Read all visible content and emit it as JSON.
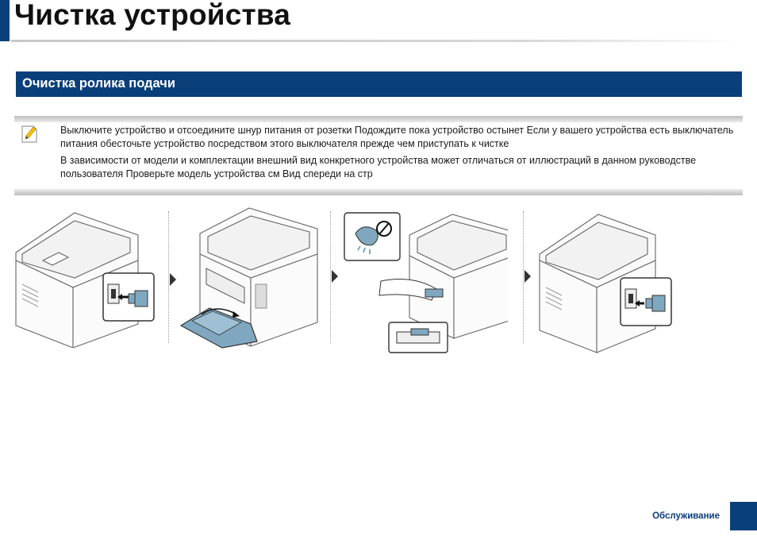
{
  "header": {
    "title": "Чистка устройства"
  },
  "section": {
    "title": "Очистка ролика подачи"
  },
  "note": {
    "icon": "note-pencil-icon",
    "paragraph1": "Выключите устройство и отсоедините шнур питания от розетки  Подождите  пока устройство остынет  Если у вашего устройства есть выключатель питания  обесточьте устройство посредством этого выключателя прежде  чем приступать к чистке",
    "paragraph2": "В зависимости от модели и комплектации внешний вид конкретного устройства может отличаться от иллюстраций в данном руководстве пользователя  Проверьте модель устройства  см    Вид спереди    на стр"
  },
  "steps": [
    {
      "illustration": "unplug-power-cord-icon"
    },
    {
      "illustration": "open-manual-tray-icon"
    },
    {
      "illustration": "wipe-feed-roller-icon"
    },
    {
      "illustration": "plug-power-cord-icon"
    }
  ],
  "footer": {
    "section_label": "Обслуживание"
  },
  "colors": {
    "brand": "#0b3f7a",
    "accent": "#f5c400"
  }
}
